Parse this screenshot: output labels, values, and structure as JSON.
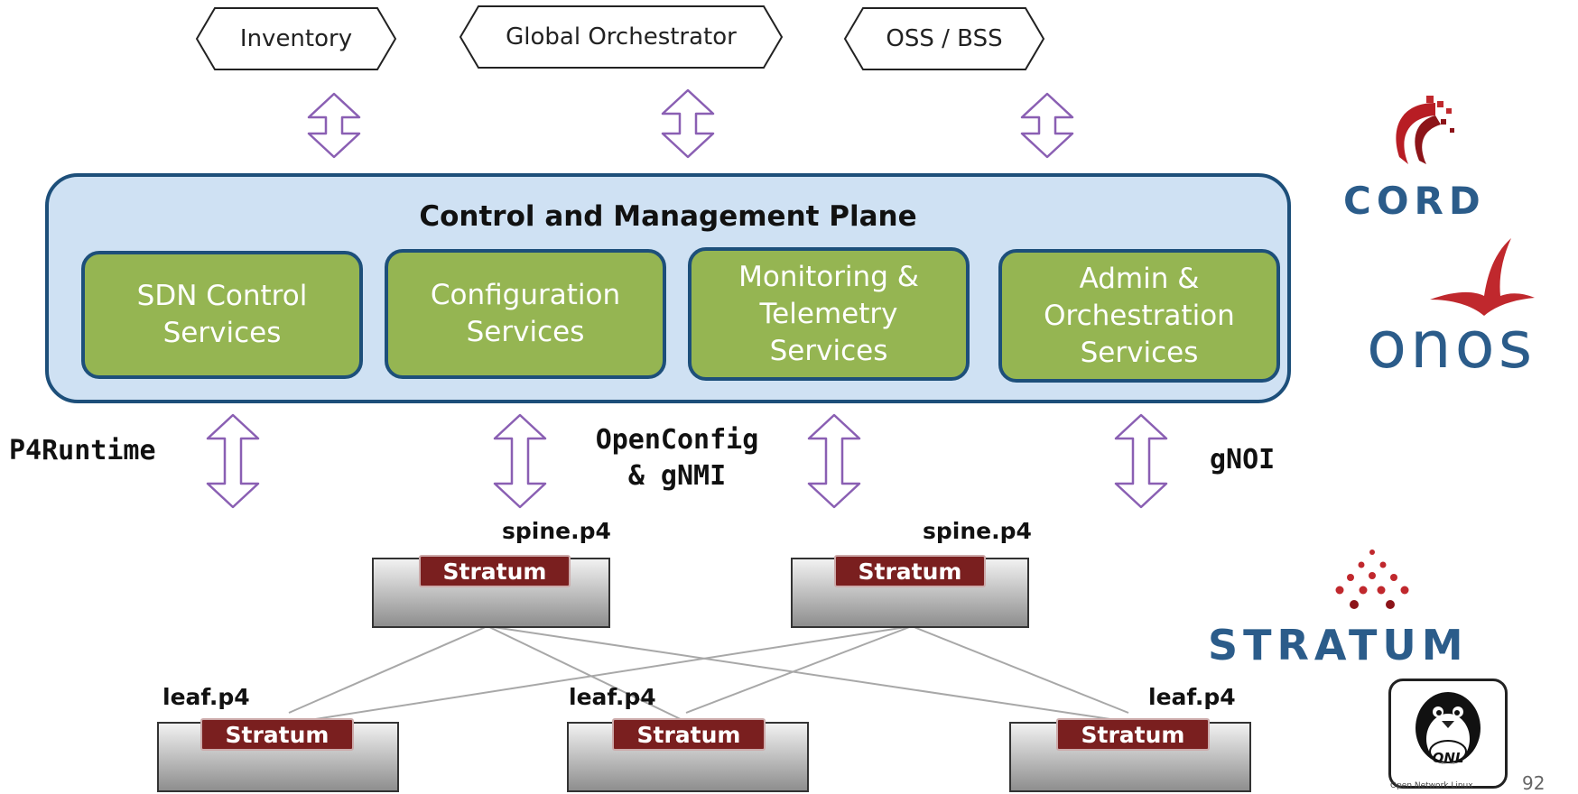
{
  "top_services": [
    {
      "label": "Inventory"
    },
    {
      "label": "Global Orchestrator"
    },
    {
      "label": "OSS / BSS"
    }
  ],
  "control_plane": {
    "title": "Control and Management Plane",
    "services": [
      {
        "label": "SDN Control\nServices"
      },
      {
        "label": "Configuration\nServices"
      },
      {
        "label": "Monitoring &\nTelemetry\nServices"
      },
      {
        "label": "Admin &\nOrchestration\nServices"
      }
    ]
  },
  "protocols": {
    "p4runtime": "P4Runtime",
    "openconfig": "OpenConfig\n& gNMI",
    "gnoi": "gNOI"
  },
  "switches": {
    "spine": [
      {
        "name": "spine.p4",
        "agent": "Stratum"
      },
      {
        "name": "spine.p4",
        "agent": "Stratum"
      }
    ],
    "leaf": [
      {
        "name": "leaf.p4",
        "agent": "Stratum"
      },
      {
        "name": "leaf.p4",
        "agent": "Stratum"
      },
      {
        "name": "leaf.p4",
        "agent": "Stratum"
      }
    ]
  },
  "logos": {
    "cord": "CORD",
    "onos": "onos",
    "stratum": "STRATUM",
    "onl": "ONL",
    "onl_caption": "Open Network Linux"
  },
  "page_number": "92",
  "colors": {
    "plane_fill": "#cfe1f3",
    "plane_border": "#1d4f7a",
    "service_fill": "#95b552",
    "arrow": "#8a5fb3",
    "stratum_badge": "#7a1f1f",
    "logo_blue": "#2b5c8a",
    "logo_red": "#c0282d"
  }
}
